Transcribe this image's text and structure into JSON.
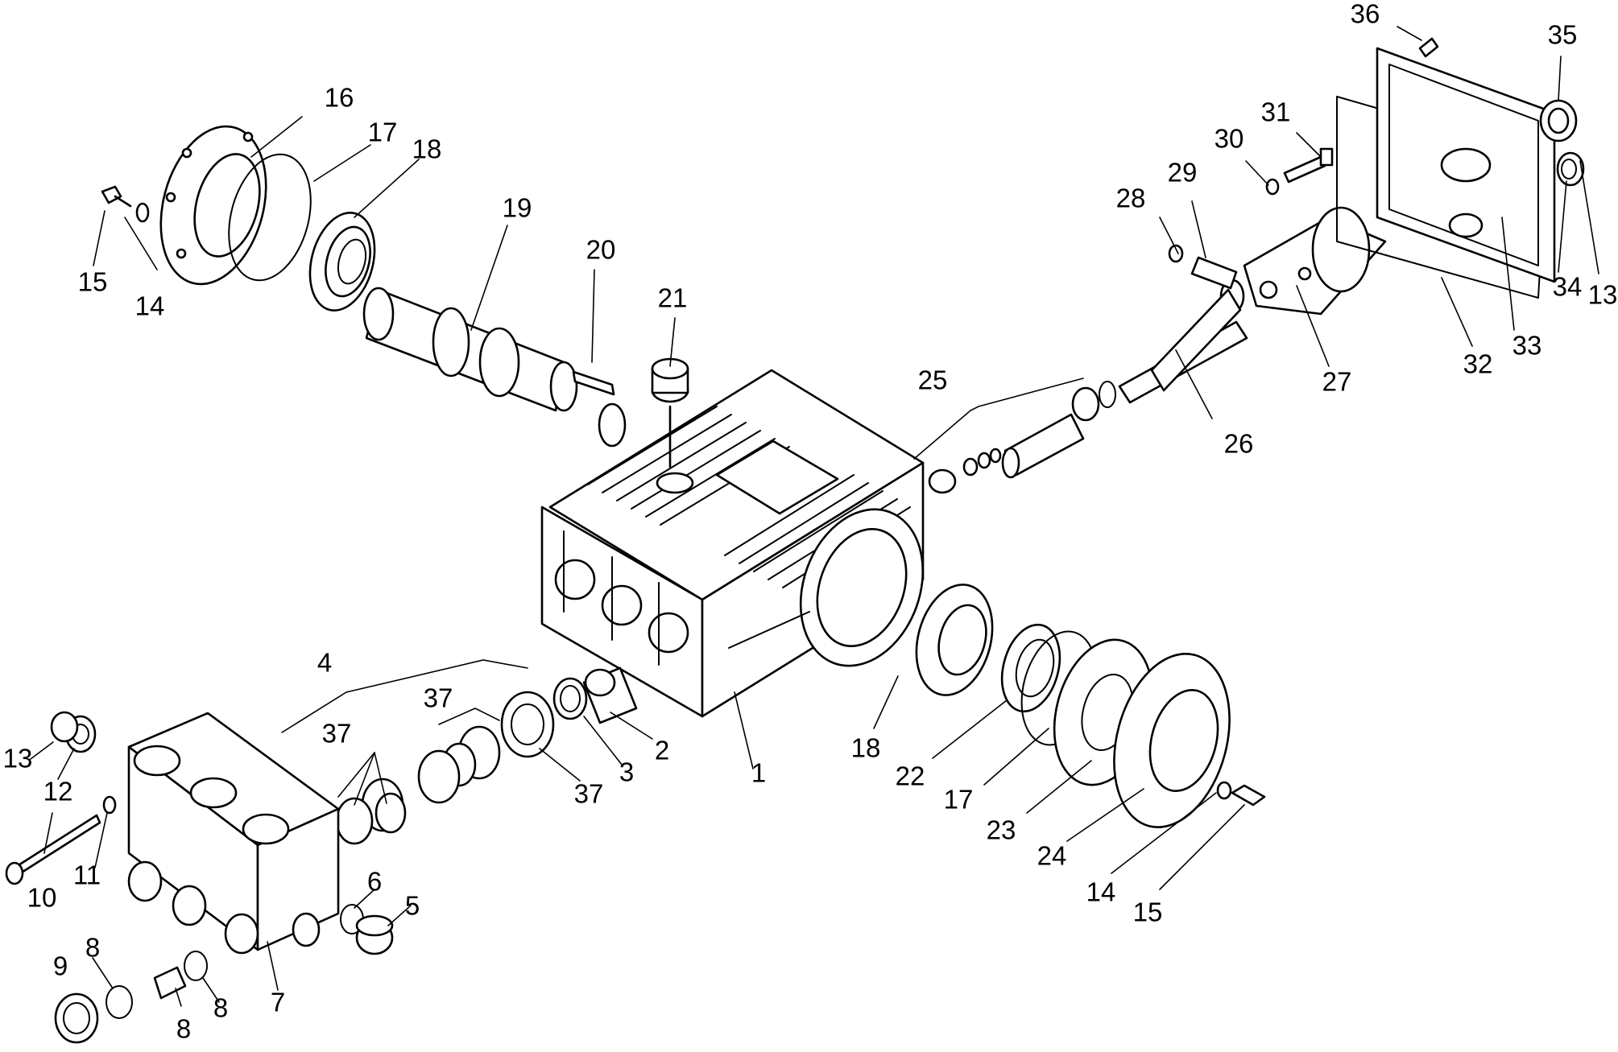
{
  "callouts": [
    {
      "id": "c1",
      "text": "1"
    },
    {
      "id": "c2",
      "text": "2"
    },
    {
      "id": "c3",
      "text": "3"
    },
    {
      "id": "c4",
      "text": "4"
    },
    {
      "id": "c5",
      "text": "5"
    },
    {
      "id": "c6",
      "text": "6"
    },
    {
      "id": "c7",
      "text": "7"
    },
    {
      "id": "c8a",
      "text": "8"
    },
    {
      "id": "c8b",
      "text": "8"
    },
    {
      "id": "c8c",
      "text": "8"
    },
    {
      "id": "c9",
      "text": "9"
    },
    {
      "id": "c10",
      "text": "10"
    },
    {
      "id": "c11",
      "text": "11"
    },
    {
      "id": "c12",
      "text": "12"
    },
    {
      "id": "c13a",
      "text": "13"
    },
    {
      "id": "c13b",
      "text": "13"
    },
    {
      "id": "c14a",
      "text": "14"
    },
    {
      "id": "c14b",
      "text": "14"
    },
    {
      "id": "c15a",
      "text": "15"
    },
    {
      "id": "c15b",
      "text": "15"
    },
    {
      "id": "c16",
      "text": "16"
    },
    {
      "id": "c17a",
      "text": "17"
    },
    {
      "id": "c17b",
      "text": "17"
    },
    {
      "id": "c18a",
      "text": "18"
    },
    {
      "id": "c18b",
      "text": "18"
    },
    {
      "id": "c19",
      "text": "19"
    },
    {
      "id": "c20",
      "text": "20"
    },
    {
      "id": "c21",
      "text": "21"
    },
    {
      "id": "c22",
      "text": "22"
    },
    {
      "id": "c23",
      "text": "23"
    },
    {
      "id": "c24",
      "text": "24"
    },
    {
      "id": "c25",
      "text": "25"
    },
    {
      "id": "c26",
      "text": "26"
    },
    {
      "id": "c27",
      "text": "27"
    },
    {
      "id": "c28",
      "text": "28"
    },
    {
      "id": "c29",
      "text": "29"
    },
    {
      "id": "c30",
      "text": "30"
    },
    {
      "id": "c31",
      "text": "31"
    },
    {
      "id": "c32",
      "text": "32"
    },
    {
      "id": "c33",
      "text": "33"
    },
    {
      "id": "c34",
      "text": "34"
    },
    {
      "id": "c35",
      "text": "35"
    },
    {
      "id": "c36",
      "text": "36"
    },
    {
      "id": "c37a",
      "text": "37"
    },
    {
      "id": "c37b",
      "text": "37"
    },
    {
      "id": "c37c",
      "text": "37"
    }
  ]
}
